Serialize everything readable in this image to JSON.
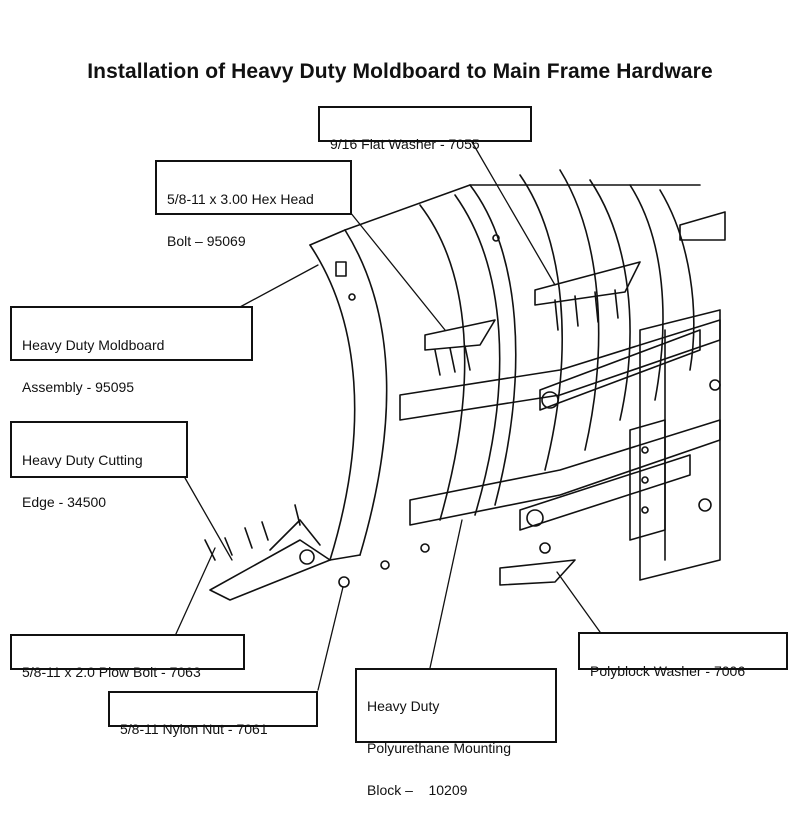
{
  "title": "Installation of Heavy Duty Moldboard to Main Frame Hardware",
  "callouts": {
    "flat_washer": [
      "9/16 Flat Washer - 7055"
    ],
    "hex_bolt": [
      "5/8-11 x 3.00 Hex Head",
      "Bolt – 95069"
    ],
    "moldboard": [
      "Heavy Duty Moldboard",
      "Assembly - 95095"
    ],
    "cutting_edge": [
      "Heavy Duty Cutting",
      "Edge - 34500"
    ],
    "plow_bolt": [
      "5/8-11 x 2.0 Plow Bolt - 7063"
    ],
    "nylon_nut": [
      "5/8-11 Nylon Nut - 7061"
    ],
    "mounting_block": [
      "Heavy Duty",
      "Polyurethane Mounting",
      "Block –    10209"
    ],
    "polyblock_washer": [
      "Polyblock Washer - 7006"
    ]
  }
}
